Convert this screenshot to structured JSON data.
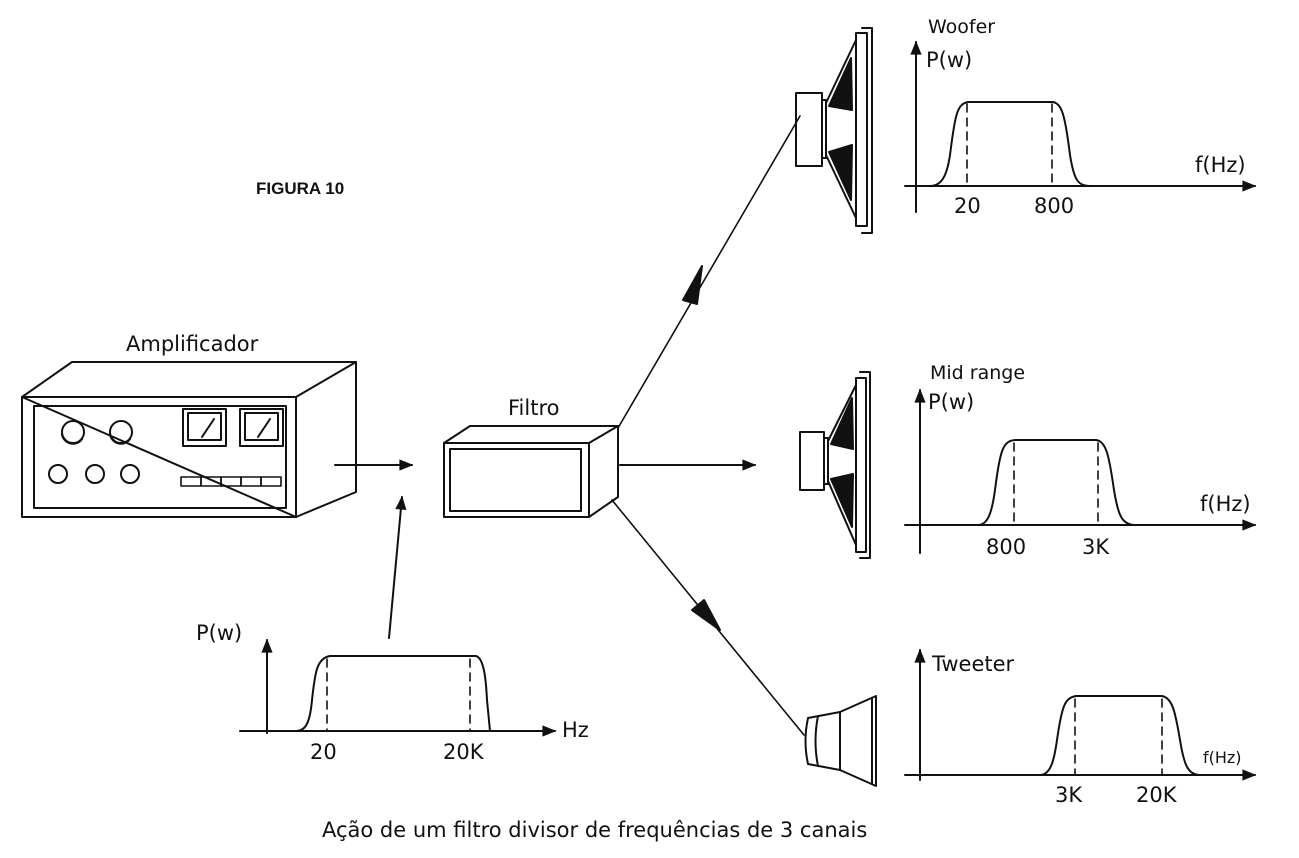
{
  "figure_label": "FIGURA 10",
  "caption": "Ação de um filtro divisor de frequências de 3 canais",
  "amplifier": {
    "label": "Amplificador"
  },
  "filter": {
    "label": "Filtro"
  },
  "input_graph": {
    "y_label": "P(w)",
    "x_label": "Hz",
    "ticks": [
      "20",
      "20K"
    ]
  },
  "woofer_graph": {
    "title": "Woofer",
    "y_label": "P(w)",
    "x_label": "f(Hz)",
    "ticks": [
      "20",
      "800"
    ]
  },
  "midrange_graph": {
    "title": "Mid range",
    "y_label": "P(w)",
    "x_label": "f(Hz)",
    "ticks": [
      "800",
      "3K"
    ]
  },
  "tweeter_graph": {
    "title": "Tweeter",
    "x_label": "f(Hz)",
    "ticks": [
      "3K",
      "20K"
    ]
  }
}
